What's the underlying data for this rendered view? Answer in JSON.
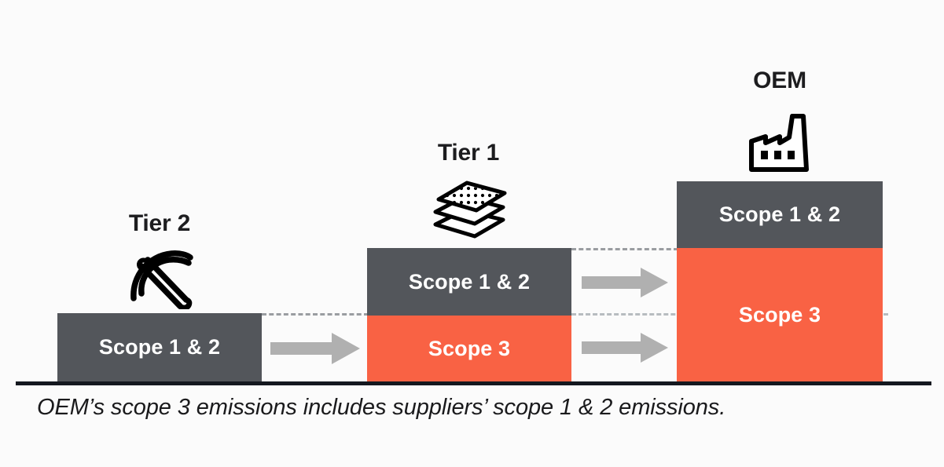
{
  "diagram": {
    "title_caption": "OEM’s scope 3 emissions includes suppliers’ scope 1 & 2 emissions.",
    "colors": {
      "background": "#fbfbfb",
      "scope12": "#53565b",
      "scope3": "#f96244",
      "arrow": "#b0b0b0",
      "dashed_line": "#9a9da1",
      "baseline": "#14181f",
      "label_text": "#1d1d1f"
    },
    "stages": [
      {
        "id": "tier-2",
        "label": "Tier 2",
        "icon": "pickaxe-icon",
        "segments": [
          {
            "id": "scope-1-2",
            "label": "Scope 1 & 2",
            "color": "#53565b"
          }
        ]
      },
      {
        "id": "tier-1",
        "label": "Tier 1",
        "icon": "layers-icon",
        "segments": [
          {
            "id": "scope-1-2",
            "label": "Scope 1 & 2",
            "color": "#53565b"
          },
          {
            "id": "scope-3",
            "label": "Scope 3",
            "color": "#f96244"
          }
        ]
      },
      {
        "id": "oem",
        "label": "OEM",
        "icon": "factory-icon",
        "segments": [
          {
            "id": "scope-1-2",
            "label": "Scope 1 & 2",
            "color": "#53565b"
          },
          {
            "id": "scope-3",
            "label": "Scope 3",
            "color": "#f96244"
          }
        ]
      }
    ],
    "flow_arrows": [
      {
        "id": "arrow-tier2-to-tier1",
        "from": "tier-2",
        "to": "tier-1"
      },
      {
        "id": "arrow-tier1-to-oem-upper",
        "from": "tier-1",
        "to": "oem"
      },
      {
        "id": "arrow-tier1-to-oem-lower",
        "from": "tier-1",
        "to": "oem"
      }
    ],
    "connector_lines": [
      {
        "id": "line-tier2-top-to-tier1-split"
      },
      {
        "id": "line-tier1-top-to-oem-split"
      },
      {
        "id": "line-through-oem-scope3"
      }
    ]
  }
}
